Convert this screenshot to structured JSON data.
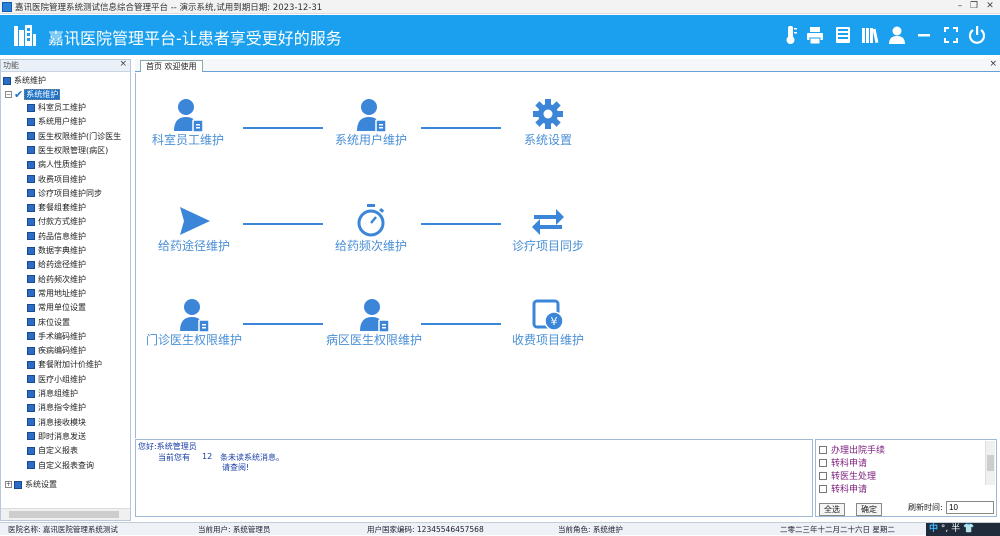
{
  "window": {
    "title": "嘉讯医院管理系统测试信息综合管理平台 -- 演示系统,试用到期日期: 2023-12-31",
    "minimize": "–",
    "restore": "❐",
    "close": "✕"
  },
  "header": {
    "title": "嘉讯医院管理平台-让患者享受更好的服务",
    "bg_color": "#1aa0ee",
    "icons": [
      "thermometer-icon",
      "printer-icon",
      "save-icon",
      "library-icon",
      "user-icon",
      "minimize-icon",
      "fullscreen-icon",
      "power-icon"
    ]
  },
  "sidebar": {
    "title": "功能",
    "close": "×",
    "root": "系统维护",
    "selected": "系统维护",
    "items": [
      "科室员工维护",
      "系统用户维护",
      "医生权限维护(门诊医生",
      "医生权限管理(病区)",
      "病人性质维护",
      "收费项目维护",
      "诊疗项目维护同步",
      "套餐组套维护",
      "付款方式维护",
      "药品信息维护",
      "数据字典维护",
      "给药途径维护",
      "给药频次维护",
      "常用地址维护",
      "常用单位设置",
      "床位设置",
      "手术编码维护",
      "疾病编码维护",
      "套餐附加计价维护",
      "医疗小组维护",
      "消息组维护",
      "消息指令维护",
      "消息接收模块",
      "即时消息发送",
      "自定义报表",
      "自定义报表查询"
    ],
    "bottom_root": "系统设置"
  },
  "tabs": {
    "home": "首页 欢迎使用",
    "close": "×"
  },
  "diagram": {
    "nodes": [
      {
        "label": "科室员工维护",
        "icon": "staff-badge-icon"
      },
      {
        "label": "系统用户维护",
        "icon": "user-badge-icon"
      },
      {
        "label": "系统设置",
        "icon": "gear-icon"
      },
      {
        "label": "给药途径维护",
        "icon": "send-icon"
      },
      {
        "label": "给药频次维护",
        "icon": "stopwatch-icon"
      },
      {
        "label": "诊疗项目同步",
        "icon": "sync-arrows-icon"
      },
      {
        "label": "门诊医生权限维护",
        "icon": "doctor-badge-icon"
      },
      {
        "label": "病区医生权限维护",
        "icon": "ward-doctor-badge-icon"
      },
      {
        "label": "收费项目维护",
        "icon": "yuan-wallet-icon"
      }
    ],
    "accent_color": "#3b86d8"
  },
  "messages": {
    "greeting": "您好:系统管理员",
    "unread_prefix": "当前您有",
    "unread_count": "12",
    "unread_suffix": "条未读系统消息。",
    "please_check": "请查阅!"
  },
  "notify_panel": {
    "items": [
      "办理出院手续",
      "转科申请",
      "转医生处理",
      "转科申请"
    ],
    "select_all": "全选",
    "confirm": "确定",
    "refresh_label": "刷新时间:",
    "refresh_value": "10"
  },
  "status": {
    "hospital": "医院名称: 嘉讯医院管理系统测试",
    "user": "当前用户: 系统管理员",
    "code": "用户国家编码: 12345546457568",
    "role": "当前角色: 系统维护",
    "date": "二零二三年十二月二十六日 星期二",
    "ime_zh": "中",
    "ime_rest": "°, 半 👕"
  }
}
